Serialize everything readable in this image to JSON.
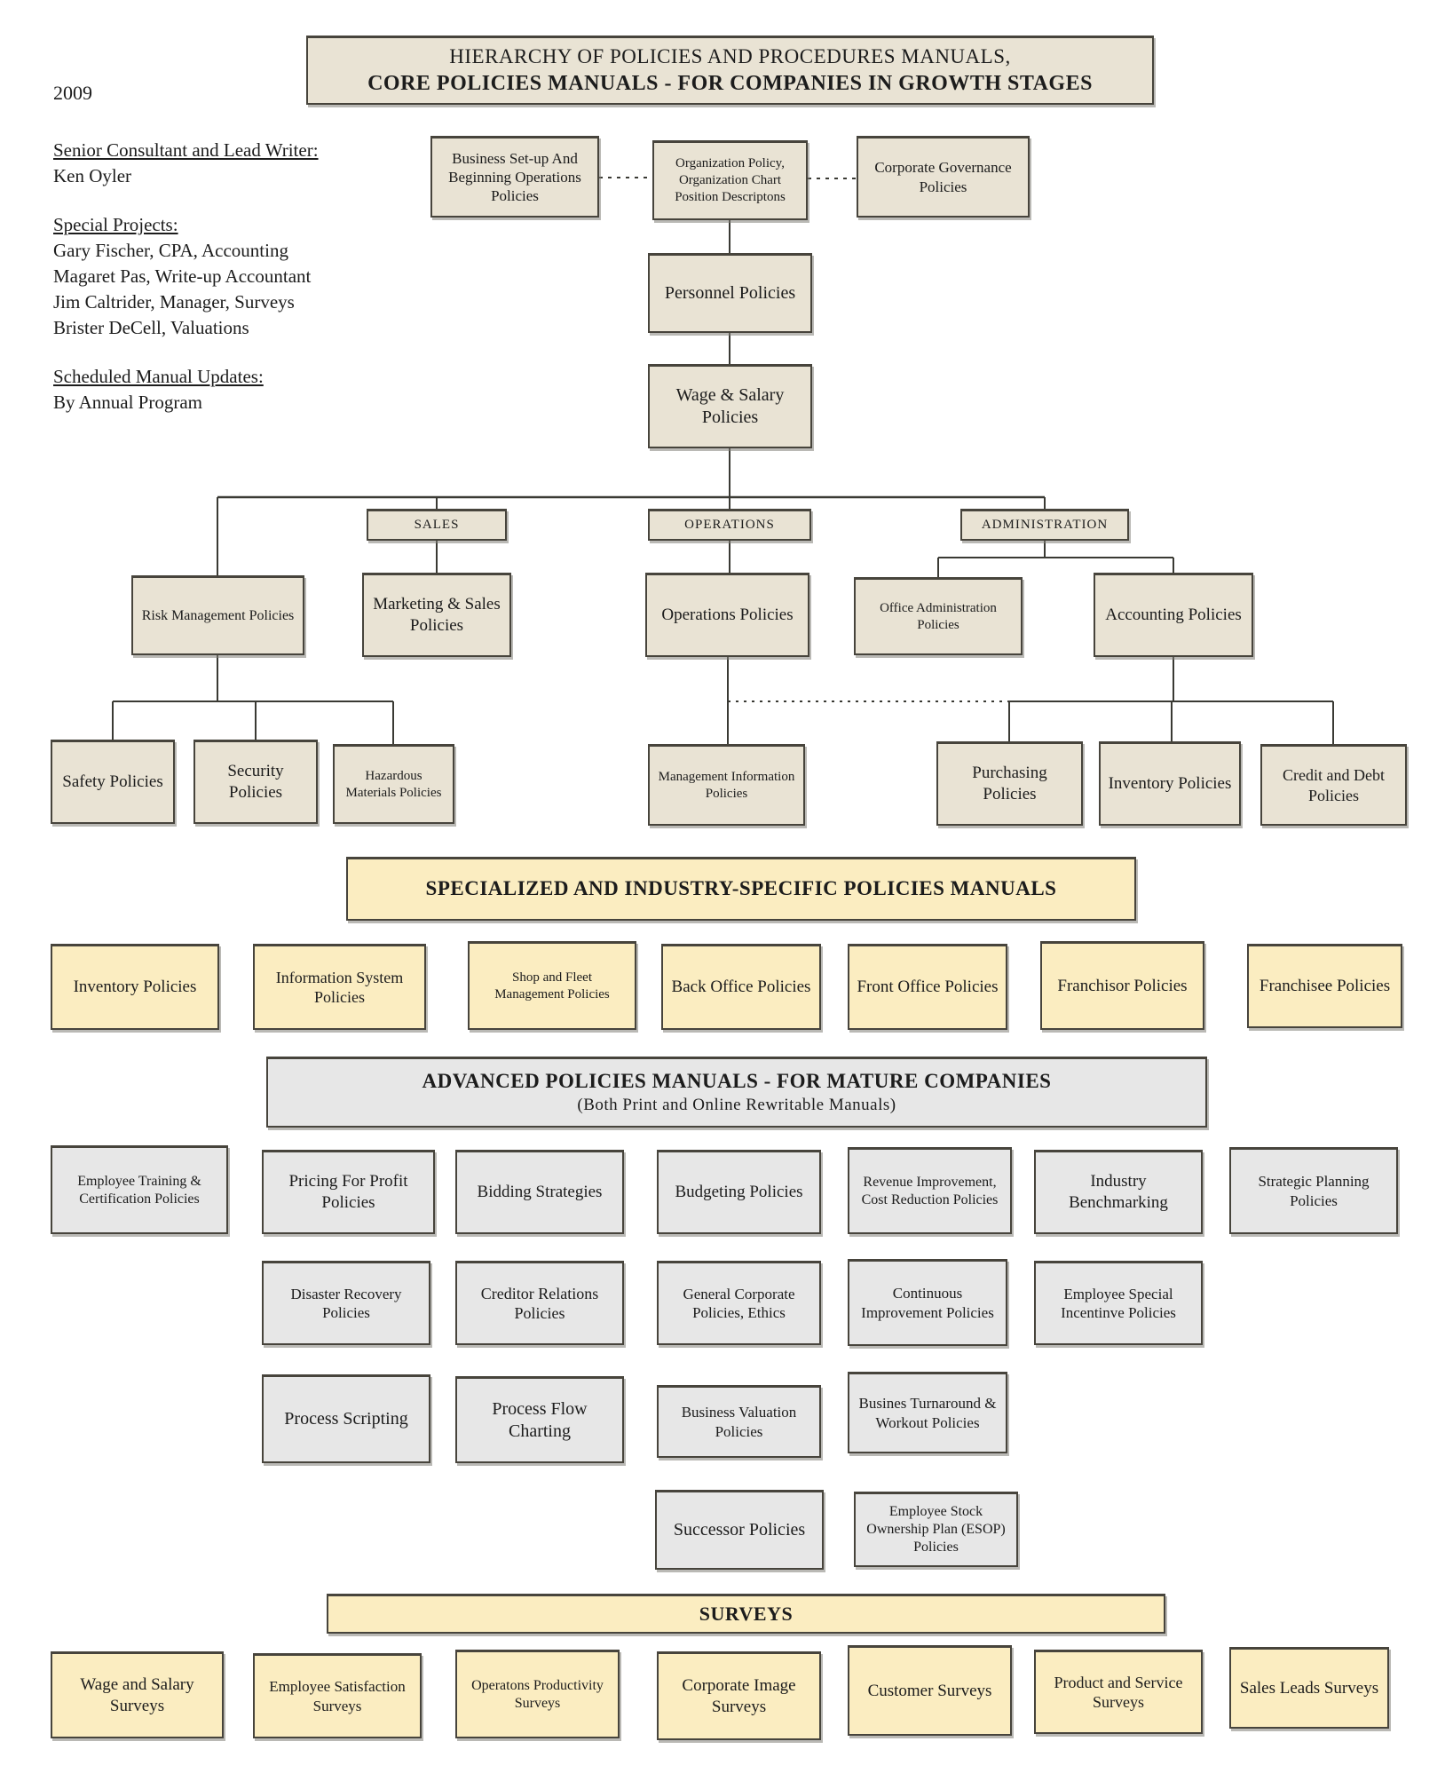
{
  "meta": {
    "year": "2009"
  },
  "colors": {
    "tan": "#e9e3d4",
    "yellow": "#fbedc1",
    "gray": "#e7e7e7"
  },
  "title": {
    "line1": "HIERARCHY OF POLICIES AND PROCEDURES MANUALS,",
    "line2": "CORE POLICIES MANUALS - FOR COMPANIES IN GROWTH STAGES"
  },
  "credits": {
    "lead_writer_heading": "Senior Consultant and Lead Writer:",
    "lead_writer_name": "Ken Oyler",
    "special_projects_heading": "Special Projects:",
    "special_projects": [
      "Gary Fischer, CPA, Accounting",
      "Magaret Pas, Write-up Accountant",
      "Jim Caltrider, Manager, Surveys",
      "Brister DeCell, Valuations"
    ],
    "updates_heading": "Scheduled Manual Updates:",
    "updates_note": "By Annual Program"
  },
  "nodes": {
    "business_setup": "Business Set-up And Beginning Operations Policies",
    "org_policy": "Organization Policy, Organization Chart Position Descriptons",
    "corp_governance": "Corporate Governance Policies",
    "personnel": "Personnel Policies",
    "wage_salary": "Wage & Salary Policies",
    "branch_sales": "SALES",
    "branch_operations": "OPERATIONS",
    "branch_administration": "ADMINISTRATION",
    "risk_management": "Risk Management Policies",
    "marketing_sales": "Marketing & Sales Policies",
    "operations_policies": "Operations Policies",
    "office_admin": "Office Administration Policies",
    "accounting": "Accounting Policies",
    "safety": "Safety Policies",
    "security": "Security Policies",
    "hazardous": "Hazardous Materials Policies",
    "mgmt_info": "Management Information Policies",
    "purchasing": "Purchasing Policies",
    "inventory_core": "Inventory Policies",
    "credit_debt": "Credit and Debt Policies"
  },
  "specialized": {
    "banner": "SPECIALIZED AND INDUSTRY-SPECIFIC POLICIES MANUALS",
    "items": [
      "Inventory Policies",
      "Information System Policies",
      "Shop and Fleet Management Policies",
      "Back Office Policies",
      "Front Office Policies",
      "Franchisor Policies",
      "Franchisee Policies"
    ]
  },
  "advanced": {
    "banner_line1": "ADVANCED POLICIES MANUALS - FOR MATURE COMPANIES",
    "banner_line2": "(Both Print and Online Rewritable Manuals)",
    "row1": [
      "Employee Training & Certification Policies",
      "Pricing For Profit Policies",
      "Bidding Strategies",
      "Budgeting Policies",
      "Revenue Improvement, Cost Reduction Policies",
      "Industry Benchmarking",
      "Strategic Planning Policies"
    ],
    "row2": [
      "Disaster Recovery Policies",
      "Creditor Relations Policies",
      "General Corporate Policies, Ethics",
      "Continuous Improvement Policies",
      "Employee Special Incentinve Policies"
    ],
    "row3": [
      "Process Scripting",
      "Process Flow Charting",
      "Business Valuation Policies",
      "Busines Turnaround & Workout Policies"
    ],
    "row4": [
      "Successor Policies",
      "Employee Stock Ownership Plan (ESOP) Policies"
    ]
  },
  "surveys": {
    "banner": "SURVEYS",
    "items": [
      "Wage and Salary Surveys",
      "Employee Satisfaction Surveys",
      "Operatons Productivity Surveys",
      "Corporate Image Surveys",
      "Customer Surveys",
      "Product and Service Surveys",
      "Sales Leads Surveys"
    ]
  }
}
